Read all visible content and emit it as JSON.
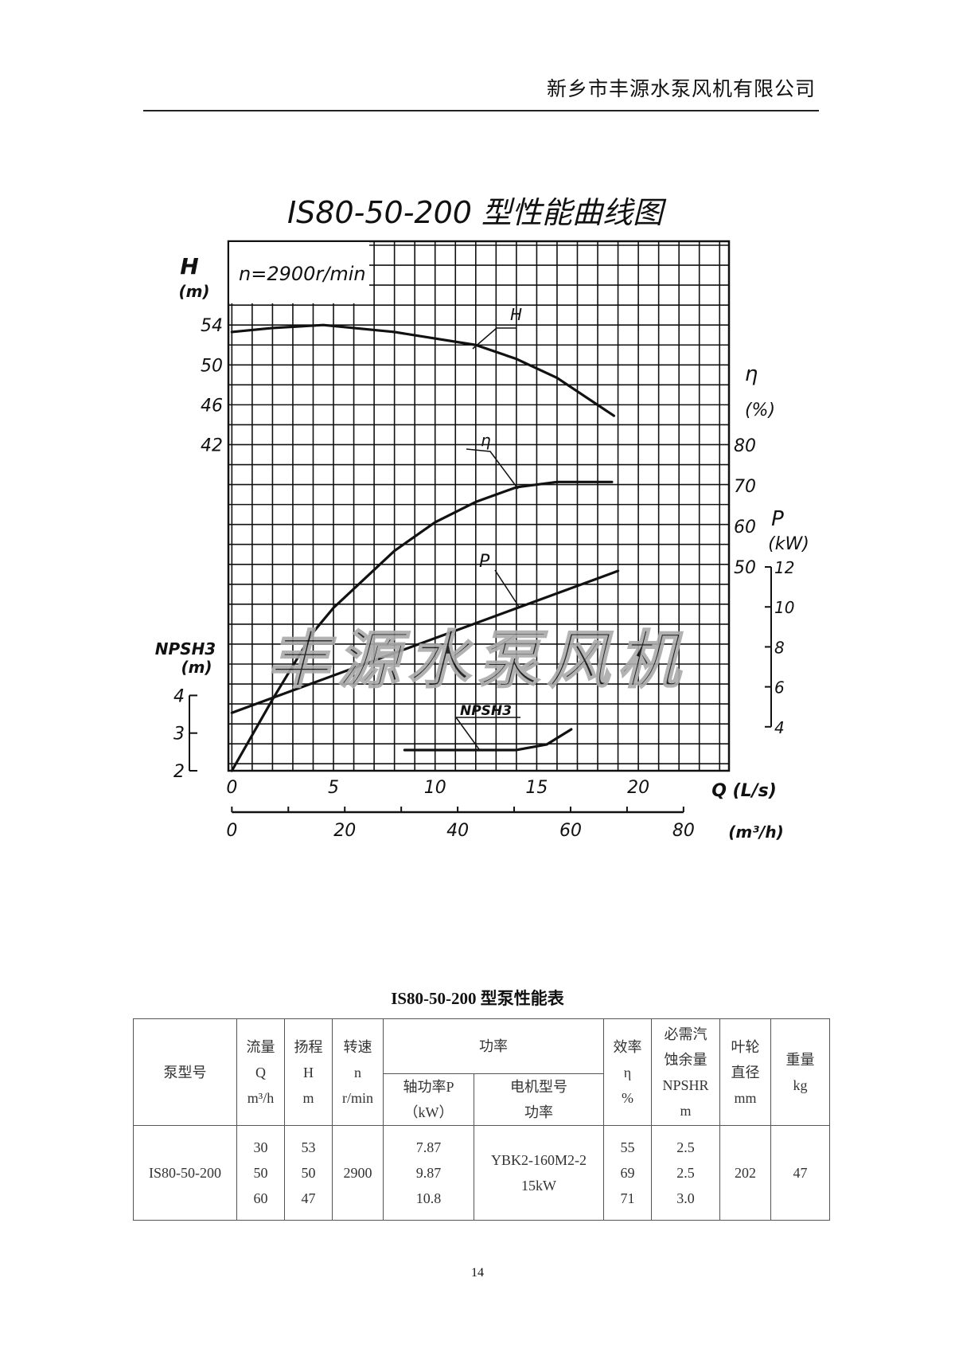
{
  "header": {
    "company": "新乡市丰源水泵风机有限公司"
  },
  "chart_data": {
    "type": "line",
    "title": "IS80-50-200 型性能曲线图",
    "speed_note": "n=2900r/min",
    "watermark": "丰源水泵风机",
    "x_axis": {
      "label": "Q (L/s)",
      "range": [
        -0.17,
        24.46
      ],
      "ticks": [
        0,
        5,
        10,
        15,
        20
      ]
    },
    "x2_axis": {
      "label": "(m³/h)",
      "range": [
        0,
        80
      ],
      "ticks": [
        0,
        20,
        40,
        60,
        80
      ],
      "minor_step": 10
    },
    "y_axes": {
      "H": {
        "label": "H",
        "unit": "(m)",
        "range": [
          9.3,
          62.4
        ],
        "ticks": [
          54,
          50,
          46,
          42
        ]
      },
      "eta": {
        "label": "η",
        "unit": "(%)",
        "range": [
          0,
          130
        ],
        "ticks": [
          80,
          70,
          60,
          50
        ]
      },
      "P": {
        "label": "P",
        "unit": "(kW)",
        "range": [
          1.8,
          28.3
        ],
        "ticks": [
          12,
          10,
          8,
          6,
          4
        ]
      },
      "NPSH": {
        "label": "NPSH3",
        "unit": "(m)",
        "range": [
          2,
          16.06
        ],
        "ticks": [
          4,
          3,
          2
        ]
      }
    },
    "grid": true,
    "series": [
      {
        "name": "H",
        "axis": "H",
        "x": [
          0,
          2,
          4.5,
          8,
          12,
          14,
          16,
          18.8
        ],
        "y": [
          53.3,
          53.7,
          54,
          53.3,
          52,
          50.6,
          48.7,
          44.9
        ]
      },
      {
        "name": "η",
        "axis": "eta",
        "x": [
          0,
          2,
          4,
          5,
          8,
          10,
          12,
          14,
          16,
          18.7
        ],
        "y": [
          0,
          17.5,
          34,
          40,
          54,
          61,
          66,
          69.6,
          70.9,
          70.9
        ]
      },
      {
        "name": "P",
        "axis": "P",
        "x": [
          0,
          19
        ],
        "y": [
          4.7,
          11.8
        ]
      },
      {
        "name": "NPSH3",
        "axis": "NPSH",
        "x": [
          8.5,
          14,
          15.5,
          16.7
        ],
        "y": [
          2.55,
          2.55,
          2.7,
          3.1
        ]
      }
    ]
  },
  "table": {
    "title": "IS80-50-200 型泵性能表",
    "headers": {
      "model": "泵型号",
      "flow": [
        "流量",
        "Q",
        "m³/h"
      ],
      "head": [
        "扬程",
        "H",
        "m"
      ],
      "speed": [
        "转速",
        "n",
        "r/min"
      ],
      "power": "功率",
      "shaft_power": [
        "轴功率P",
        "（kW）"
      ],
      "motor": [
        "电机型号",
        "功率"
      ],
      "eff": [
        "效率",
        "η",
        "%"
      ],
      "npsh": [
        "必需汽",
        "蚀余量",
        "NPSHR",
        "m"
      ],
      "impeller": [
        "叶轮",
        "直径",
        "mm"
      ],
      "weight": [
        "重量",
        "kg"
      ]
    },
    "row": {
      "model": "IS80-50-200",
      "flow": [
        "30",
        "50",
        "60"
      ],
      "head": [
        "53",
        "50",
        "47"
      ],
      "speed": "2900",
      "shaft_power": [
        "7.87",
        "9.87",
        "10.8"
      ],
      "motor": [
        "YBK2-160M2-2",
        "15kW"
      ],
      "eff": [
        "55",
        "69",
        "71"
      ],
      "npsh": [
        "2.5",
        "2.5",
        "3.0"
      ],
      "impeller": "202",
      "weight": "47"
    }
  },
  "page_number": "14"
}
